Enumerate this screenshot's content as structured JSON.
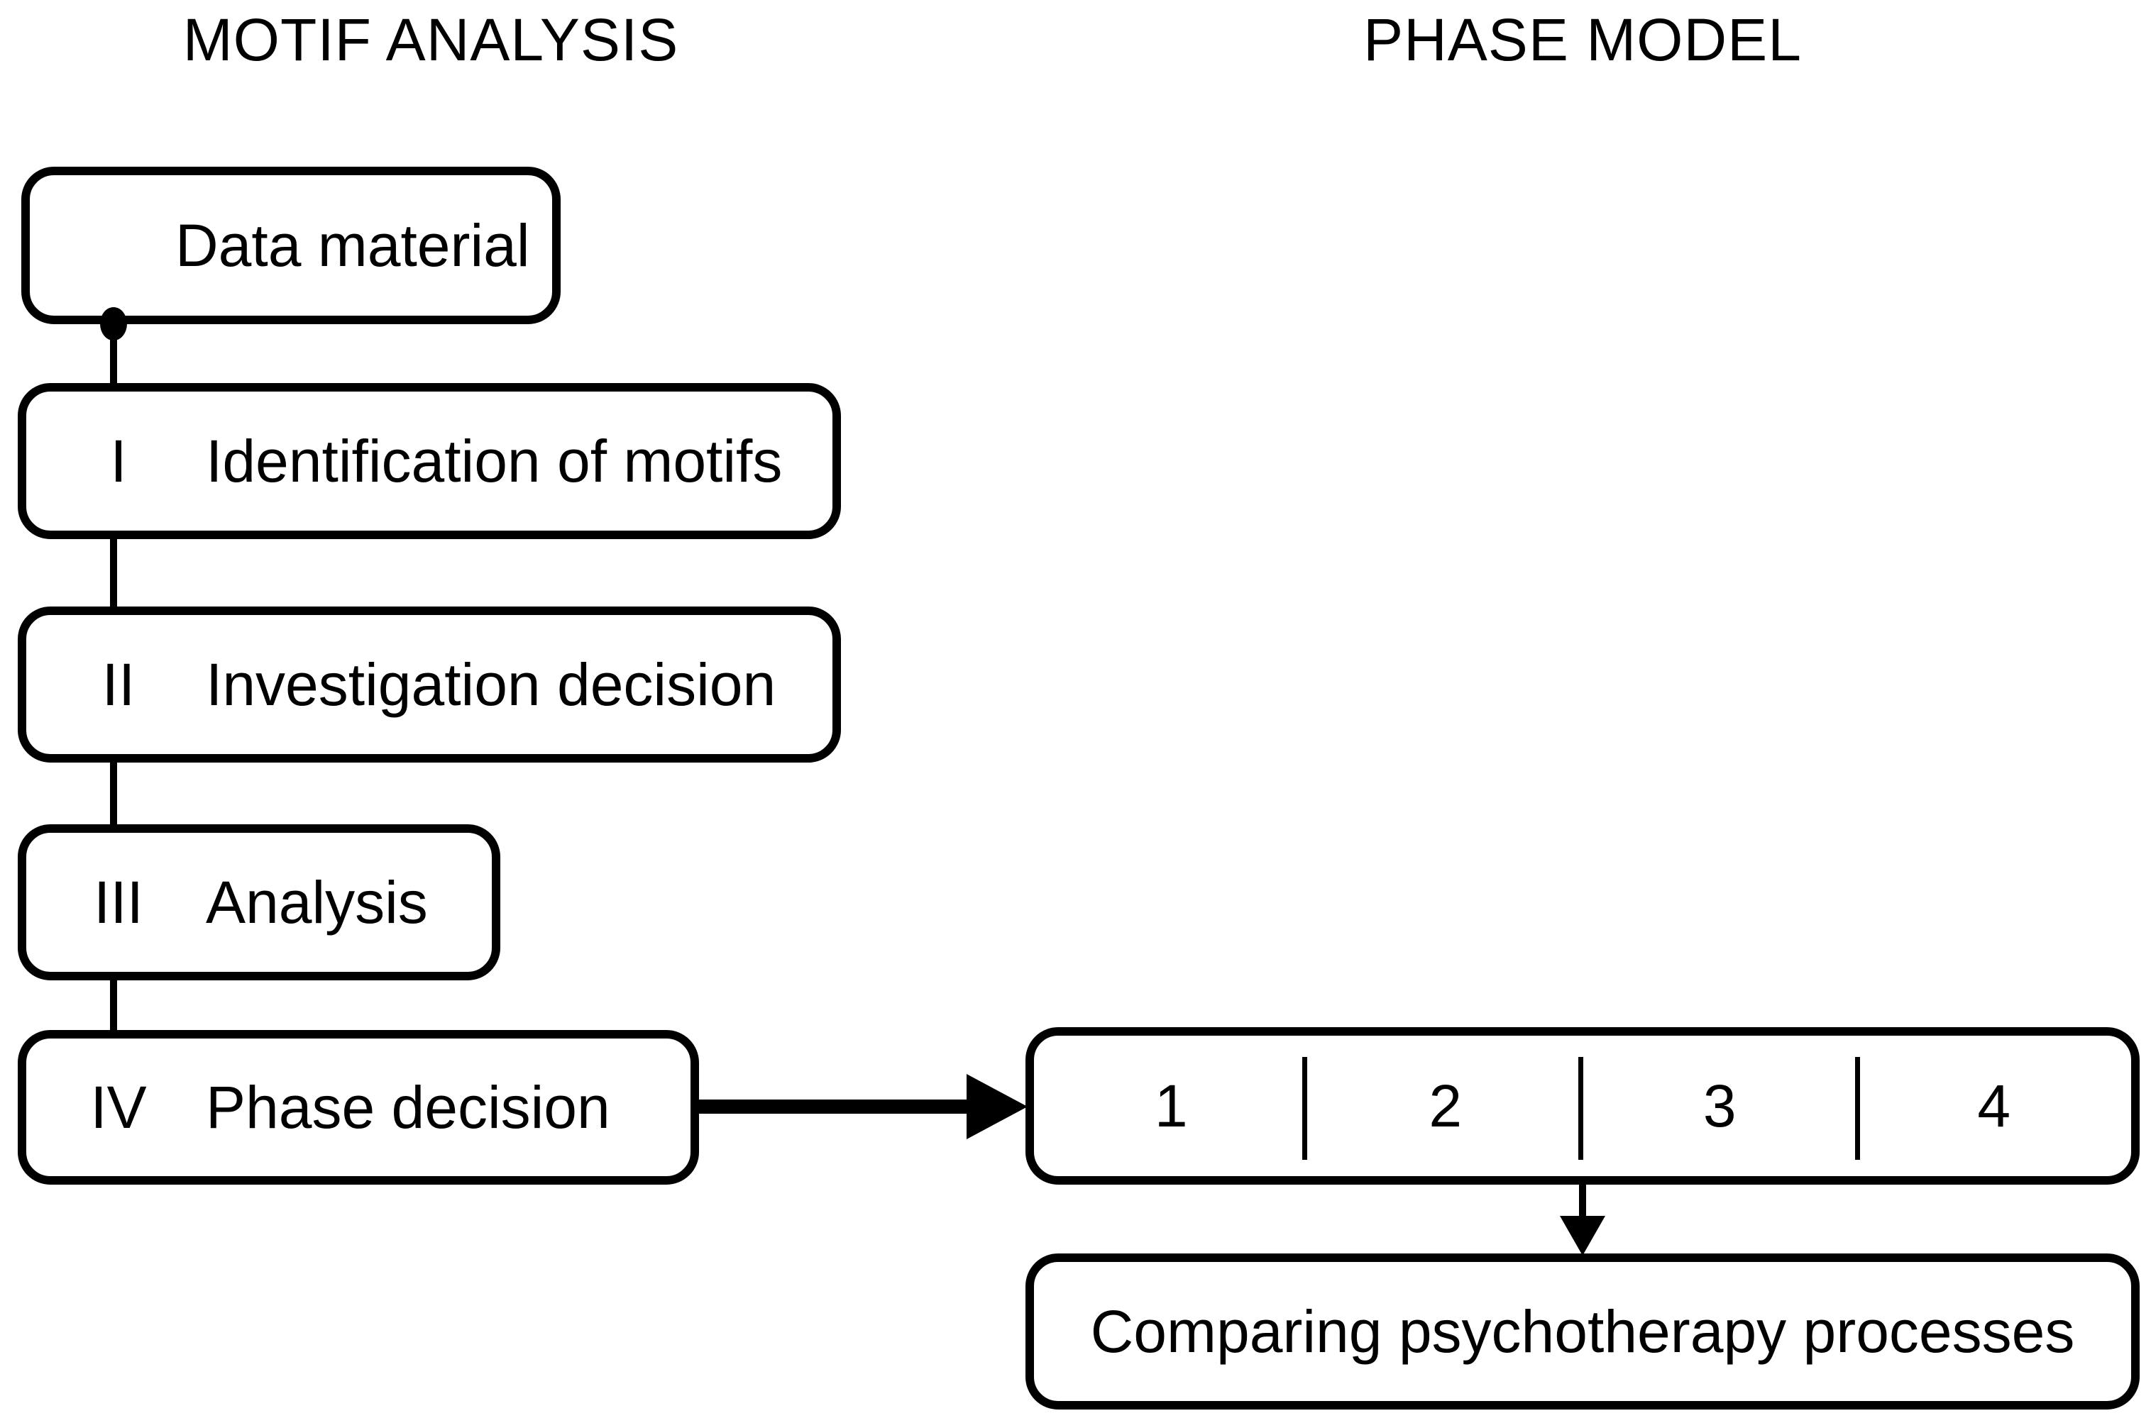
{
  "colors": {
    "stroke": "#000000",
    "background": "#ffffff"
  },
  "left_panel": {
    "title": "MOTIF ANALYSIS",
    "source_box": "Data material",
    "steps": [
      {
        "numeral": "I",
        "label": "Identification of motifs"
      },
      {
        "numeral": "II",
        "label": "Investigation decision"
      },
      {
        "numeral": "III",
        "label": "Analysis"
      },
      {
        "numeral": "IV",
        "label": "Phase decision"
      }
    ]
  },
  "right_panel": {
    "title": "PHASE MODEL",
    "phase_labels": [
      "1",
      "2",
      "3",
      "4"
    ],
    "result_box": "Comparing psychotherapy processes"
  }
}
